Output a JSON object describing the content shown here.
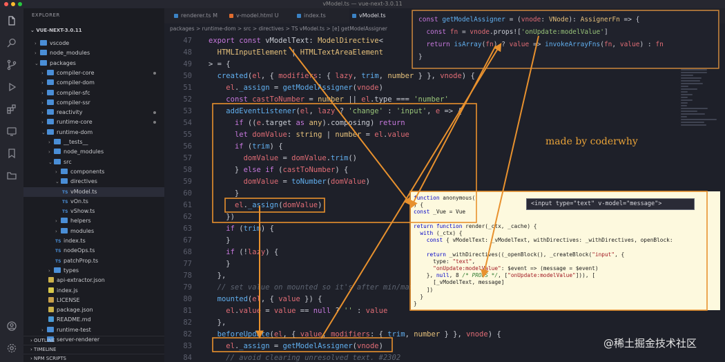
{
  "window": {
    "title": "vModel.ts — vue-next-3.0.11",
    "traffic_colors": [
      "#fc5f57",
      "#fdbc2e",
      "#28c840"
    ]
  },
  "activity_bar": {
    "icons": [
      "files-icon",
      "search-icon",
      "source-control-icon",
      "run-debug-icon",
      "extensions-icon",
      "remote-icon",
      "bookmark-icon",
      "folder-icon",
      "account-icon",
      "settings-icon"
    ]
  },
  "sidebar": {
    "header": "EXPLORER",
    "project": "VUE-NEXT-3.0.11",
    "items": [
      {
        "label": "vscode",
        "indent": 1,
        "kind": "folder",
        "open": false
      },
      {
        "label": "node_modules",
        "indent": 1,
        "kind": "folder",
        "open": false
      },
      {
        "label": "packages",
        "indent": 1,
        "kind": "folder",
        "open": true
      },
      {
        "label": "compiler-core",
        "indent": 2,
        "kind": "folder",
        "open": false,
        "dot": true
      },
      {
        "label": "compiler-dom",
        "indent": 2,
        "kind": "folder",
        "open": false
      },
      {
        "label": "compiler-sfc",
        "indent": 2,
        "kind": "folder",
        "open": false
      },
      {
        "label": "compiler-ssr",
        "indent": 2,
        "kind": "folder",
        "open": false
      },
      {
        "label": "reactivity",
        "indent": 2,
        "kind": "folder",
        "open": false,
        "dot": true
      },
      {
        "label": "runtime-core",
        "indent": 2,
        "kind": "folder",
        "open": false,
        "dot": true
      },
      {
        "label": "runtime-dom",
        "indent": 2,
        "kind": "folder",
        "open": true
      },
      {
        "label": "__tests__",
        "indent": 3,
        "kind": "folder",
        "open": false
      },
      {
        "label": "node_modules",
        "indent": 3,
        "kind": "folder",
        "open": false
      },
      {
        "label": "src",
        "indent": 3,
        "kind": "folder",
        "open": true
      },
      {
        "label": "components",
        "indent": 4,
        "kind": "folder",
        "open": false
      },
      {
        "label": "directives",
        "indent": 4,
        "kind": "folder",
        "open": true
      },
      {
        "label": "vModel.ts",
        "indent": 5,
        "kind": "ts",
        "active": true
      },
      {
        "label": "vOn.ts",
        "indent": 5,
        "kind": "ts"
      },
      {
        "label": "vShow.ts",
        "indent": 5,
        "kind": "ts"
      },
      {
        "label": "helpers",
        "indent": 4,
        "kind": "folder",
        "open": false
      },
      {
        "label": "modules",
        "indent": 4,
        "kind": "folder",
        "open": false
      },
      {
        "label": "index.ts",
        "indent": 4,
        "kind": "ts"
      },
      {
        "label": "nodeOps.ts",
        "indent": 4,
        "kind": "ts"
      },
      {
        "label": "patchProp.ts",
        "indent": 4,
        "kind": "ts"
      },
      {
        "label": "types",
        "indent": 3,
        "kind": "folder",
        "open": false
      },
      {
        "label": "api-extractor.json",
        "indent": 3,
        "kind": "json"
      },
      {
        "label": "index.js",
        "indent": 3,
        "kind": "js"
      },
      {
        "label": "LICENSE",
        "indent": 3,
        "kind": "license"
      },
      {
        "label": "package.json",
        "indent": 3,
        "kind": "json"
      },
      {
        "label": "README.md",
        "indent": 3,
        "kind": "md"
      },
      {
        "label": "runtime-test",
        "indent": 2,
        "kind": "folder",
        "open": false
      },
      {
        "label": "server-renderer",
        "indent": 2,
        "kind": "folder",
        "open": false
      }
    ],
    "sections": [
      "OUTLINE",
      "TIMELINE",
      "NPM SCRIPTS"
    ]
  },
  "tabs": [
    {
      "label": "renderer.ts M",
      "icon_color": "#3b82c4"
    },
    {
      "label": "v-model.html U",
      "icon_color": "#e06c2e"
    },
    {
      "label": "index.ts",
      "icon_color": "#3b82c4"
    },
    {
      "label": "vModel.ts",
      "icon_color": "#3b82c4",
      "active": true
    }
  ],
  "breadcrumb": "packages > runtime-dom > src > directives > TS vModel.ts > [e] getModelAssigner",
  "code_lines": [
    {
      "n": "47",
      "text": "export const vModelText: ModelDirective<"
    },
    {
      "n": "48",
      "text": "  HTMLInputElement | HTMLTextAreaElement"
    },
    {
      "n": "49",
      "text": "> = {"
    },
    {
      "n": "50",
      "text": "  created(el, { modifiers: { lazy, trim, number } }, vnode) {"
    },
    {
      "n": "51",
      "text": "    el._assign = getModelAssigner(vnode)"
    },
    {
      "n": "52",
      "text": "    const castToNumber = number || el.type === 'number'"
    },
    {
      "n": "53",
      "text": "    addEventListener(el, lazy ? 'change' : 'input', e => {"
    },
    {
      "n": "54",
      "text": "      if ((e.target as any).composing) return"
    },
    {
      "n": "55",
      "text": "      let domValue: string | number = el.value"
    },
    {
      "n": "56",
      "text": "      if (trim) {"
    },
    {
      "n": "57",
      "text": "        domValue = domValue.trim()"
    },
    {
      "n": "58",
      "text": "      } else if (castToNumber) {"
    },
    {
      "n": "59",
      "text": "        domValue = toNumber(domValue)"
    },
    {
      "n": "60",
      "text": "      }"
    },
    {
      "n": "61",
      "text": "      el._assign(domValue)"
    },
    {
      "n": "62",
      "text": "    })"
    },
    {
      "n": "63",
      "text": "    if (trim) {"
    },
    {
      "n": "67",
      "text": "    }"
    },
    {
      "n": "68",
      "text": "    if (!lazy) {"
    },
    {
      "n": "77",
      "text": "    }"
    },
    {
      "n": "78",
      "text": "  },"
    },
    {
      "n": "79",
      "text": "  // set value on mounted so it's after min/max"
    },
    {
      "n": "80",
      "text": "  mounted(el, { value }) {"
    },
    {
      "n": "81",
      "text": "    el.value = value == null ? '' : value"
    },
    {
      "n": "82",
      "text": "  },"
    },
    {
      "n": "82",
      "text": "  beforeUpdate(el, { value, modifiers: { trim, number } }, vnode) {"
    },
    {
      "n": "83",
      "text": "    el._assign = getModelAssigner(vnode)"
    },
    {
      "n": "84",
      "text": "    // avoid clearing unresolved text. #2302"
    }
  ],
  "popup_top": {
    "lines": [
      "const getModelAssigner = (vnode: VNode): AssignerFn => {",
      "  const fn = vnode.props!['onUpdate:modelValue']",
      "  return isArray(fn) ? value => invokeArrayFns(fn, value) : fn",
      "}"
    ]
  },
  "popup_compiled": {
    "lines": [
      "function anonymous(",
      ") {",
      "const _Vue = Vue",
      "",
      "return function render(_ctx, _cache) {",
      "  with (_ctx) {",
      "    const { vModelText: _vModelText, withDirectives: _withDirectives, openBlock:",
      "",
      "    return _withDirectives((_openBlock(), _createBlock(\"input\", {",
      "      type: \"text\",",
      "      \"onUpdate:modelValue\": $event => (message = $event)",
      "    }, null, 8 /* PROPS */, [\"onUpdate:modelValue\"])), [",
      "      [_vModelText, message]",
      "    ])",
      "  }",
      "}"
    ],
    "badge": "<input type=\"text\" v-model=\"message\">"
  },
  "annotations": {
    "made_by": "made by coderwhy",
    "watermark": "@稀土掘金技术社区",
    "highlight_color": "#e8912e"
  }
}
